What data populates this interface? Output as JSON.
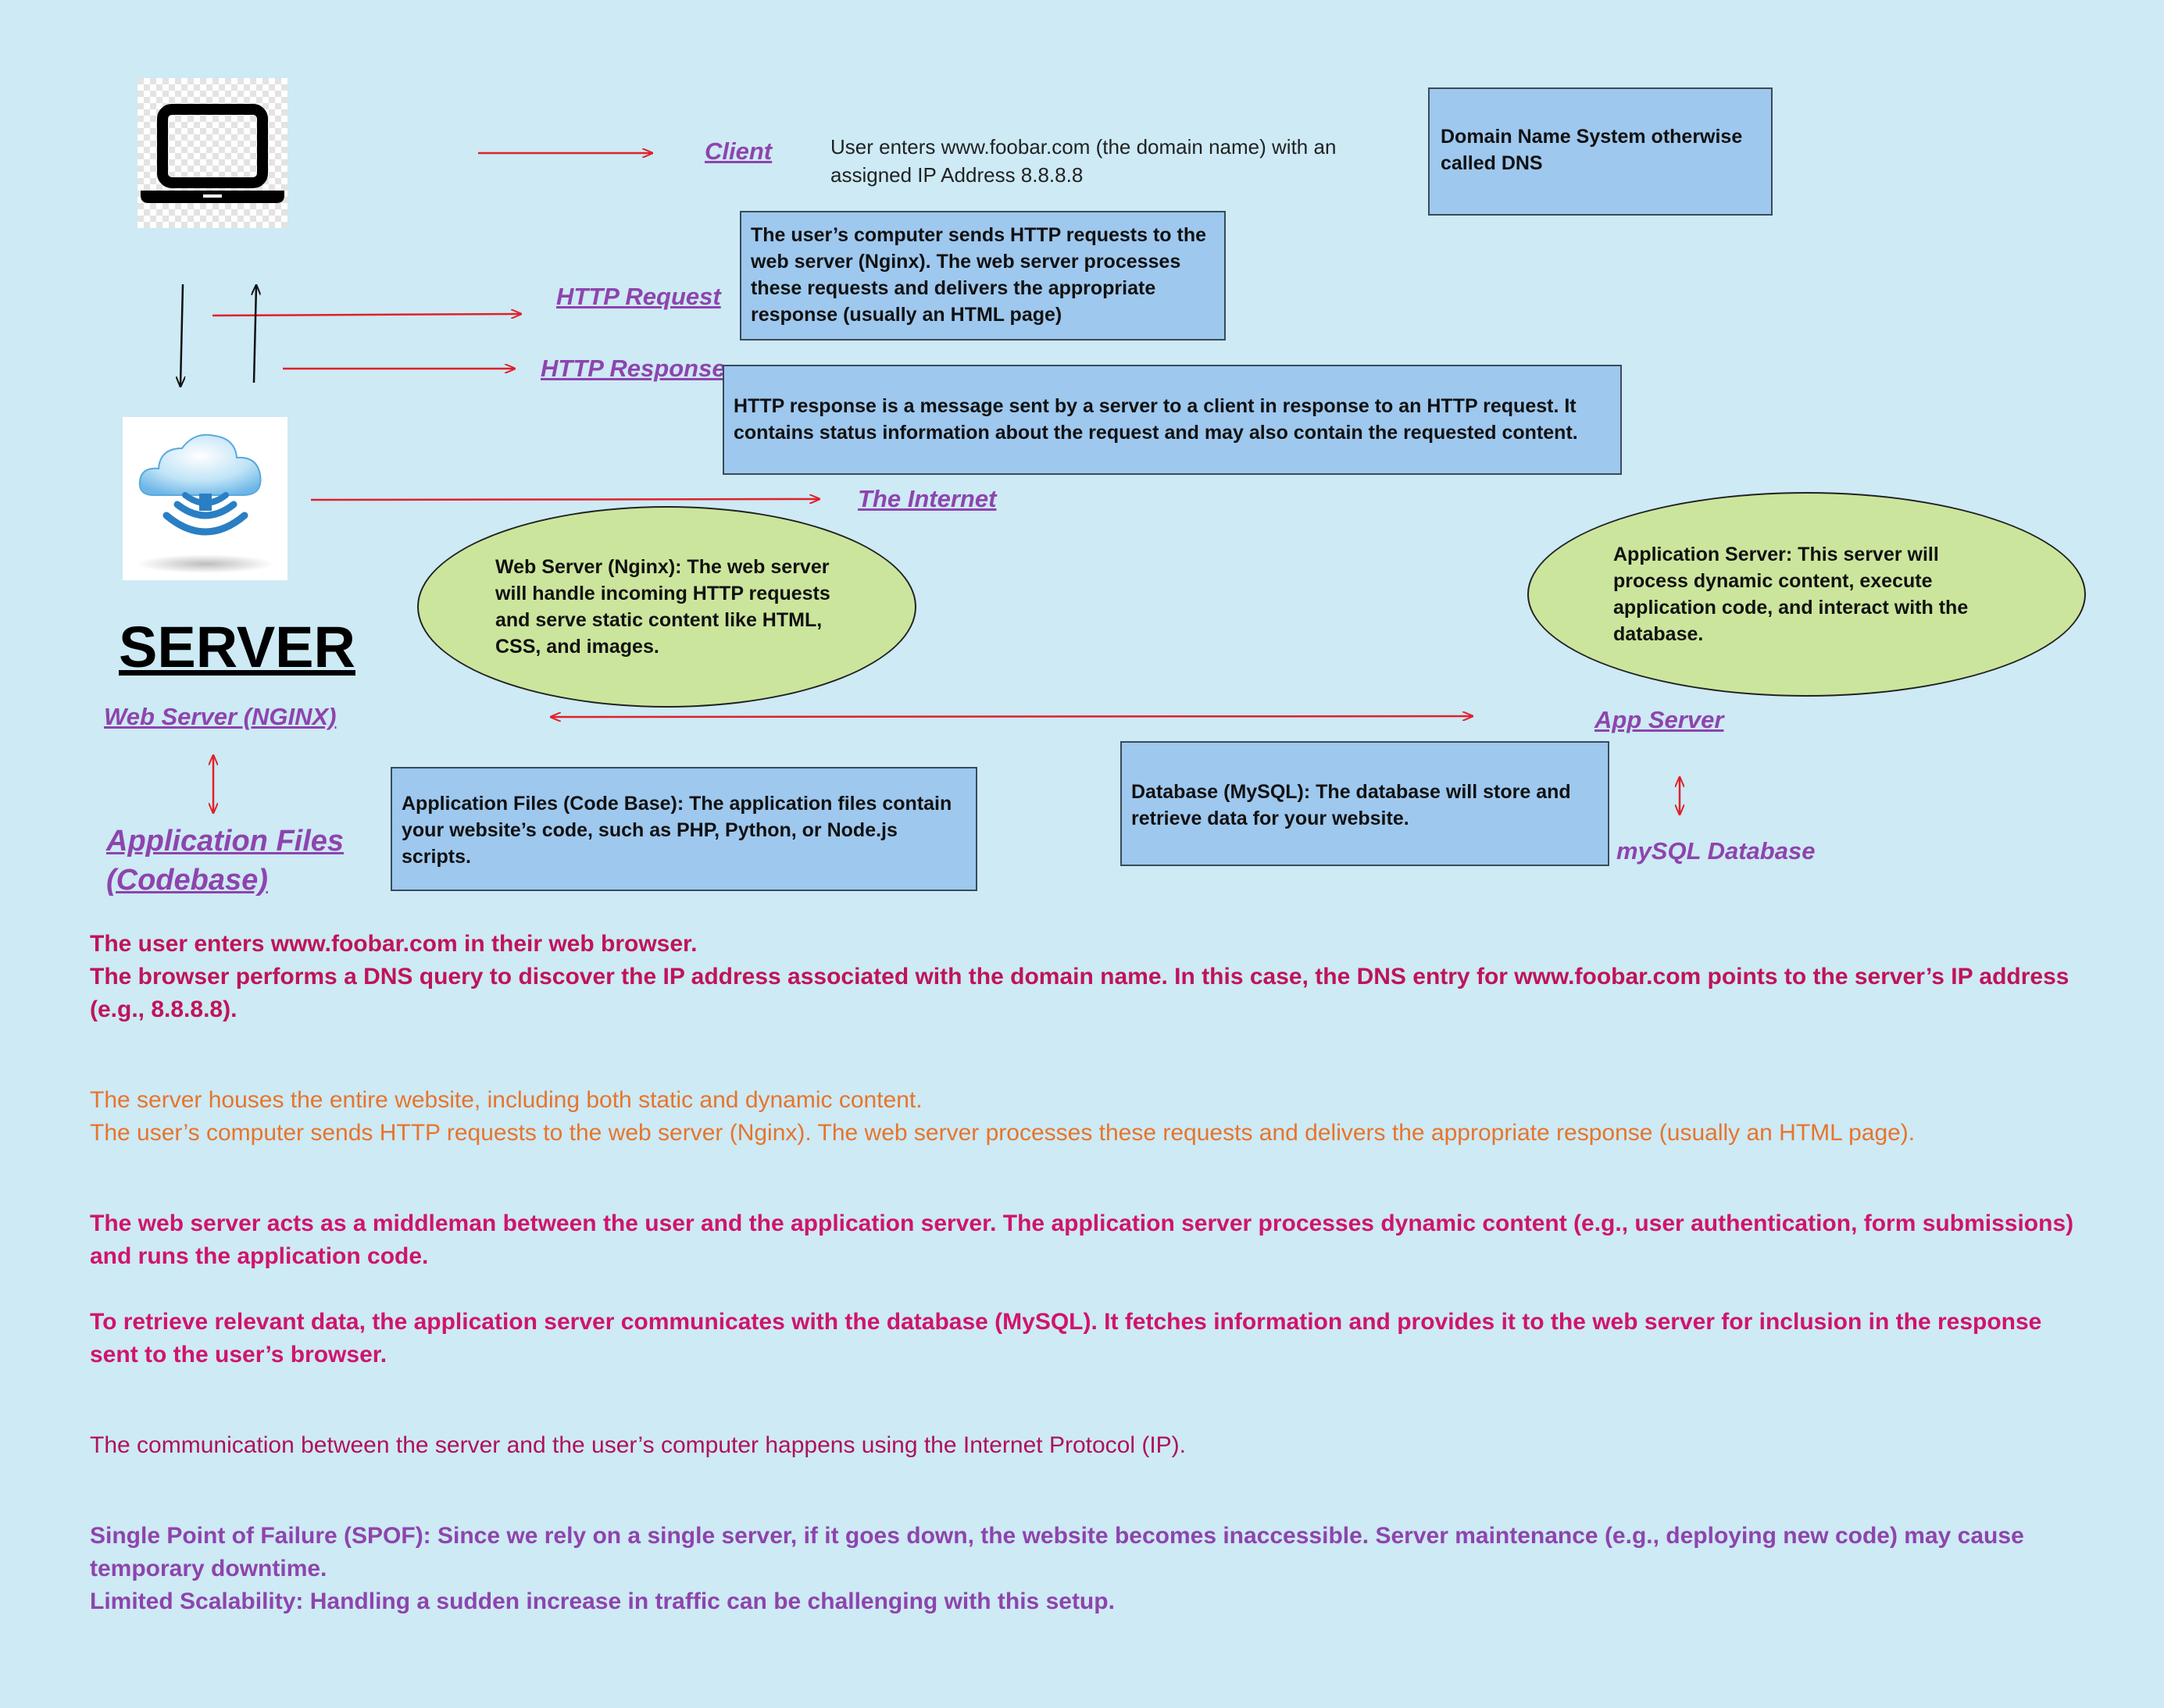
{
  "labels": {
    "client": "Client",
    "http_request": "HTTP Request",
    "http_response": "HTTP Response",
    "the_internet": "The Internet",
    "server_title": "SERVER",
    "web_server_nginx": "Web Server (NGINX)",
    "application_files": "Application Files (Codebase)",
    "app_server": "App Server",
    "mysql_database": "mySQL Database"
  },
  "notes": {
    "client_note": "User enters www.foobar.com (the domain name) with an assigned IP Address 8.8.8.8",
    "dns_box": "Domain Name System otherwise called DNS",
    "http_request_box": "The user’s computer sends HTTP requests to the web server (Nginx). The web server processes these requests and delivers the appropriate response (usually an HTML page)",
    "http_response_box": "HTTP  response is a message sent by a server to a client in response to an HTTP request. It contains status information about the request and may also contain the requested content.",
    "web_server_ellipse": "Web Server (Nginx): The web server will handle incoming HTTP requests and serve static content like HTML, CSS, and images.",
    "app_server_ellipse": "Application Server: This server will process dynamic content, execute application code, and interact with the database.",
    "application_files_box": "Application Files (Code Base): The application files contain your website’s code, such as PHP, Python, or Node.js scripts.",
    "database_box": "Database (MySQL): The database will store and retrieve data for your website."
  },
  "icons": {
    "laptop": "laptop-icon",
    "cloud": "cloud-wifi-icon"
  },
  "paragraphs": {
    "p1_line1": "The user enters www.foobar.com in their web browser.",
    "p1_line2": "The browser performs a DNS query to discover the IP address associated with the domain name. In this case, the DNS entry for www.foobar.com points to the server’s IP address (e.g., 8.8.8.8).",
    "p2_line1": "The server houses the entire website, including both static and dynamic content.",
    "p2_line2": "The user’s computer sends HTTP requests to the web server (Nginx). The web server processes these requests and delivers the appropriate response (usually an HTML page).",
    "p3": "The web server acts as a middleman between the user and the application server. The application server processes dynamic content (e.g., user authentication, form submissions) and runs the application code.",
    "p4": "To retrieve relevant data, the application server communicates with the database (MySQL). It fetches information and provides it to the web server for inclusion in the response sent to the user’s browser.",
    "p5": "The communication between the server and the user’s computer happens using the Internet Protocol (IP).",
    "p6_line1": "Single Point of Failure (SPOF): Since we rely on a single server, if it goes down, the website becomes inaccessible. Server maintenance (e.g., deploying new code) may cause temporary downtime.",
    "p6_line2": "Limited Scalability: Handling a sudden increase in traffic can be challenging with this setup."
  },
  "colors": {
    "background": "#cdeaf5",
    "link": "#8e44ad",
    "arrow": "#e0202a",
    "box_fill": "#9ec8ee",
    "ellipse_fill": "#cce59d",
    "crimson_text": "#c0135a",
    "orange_text": "#e8742a",
    "magenta_text": "#d0146e",
    "plain_text": "#b0105a",
    "purple_text": "#8e44ad"
  }
}
